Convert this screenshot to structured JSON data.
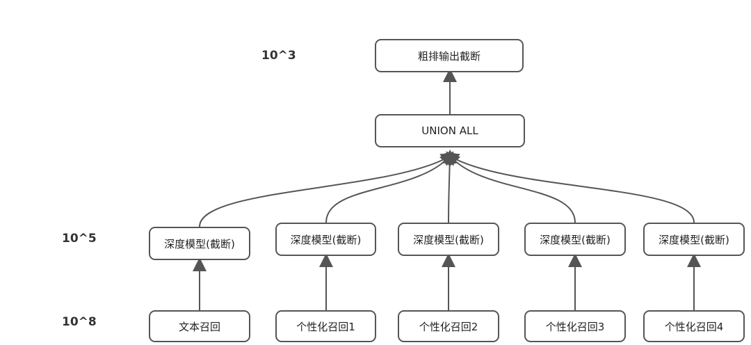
{
  "levels": {
    "top": "10^3",
    "mid": "10^5",
    "bottom": "10^8"
  },
  "nodes": {
    "output_truncation": "粗排输出截断",
    "union_all": "UNION ALL",
    "deep_models": [
      "深度模型(截断)",
      "深度模型(截断)",
      "深度模型(截断)",
      "深度模型(截断)",
      "深度模型(截断)"
    ],
    "recalls": [
      "文本召回",
      "个性化召回1",
      "个性化召回2",
      "个性化召回3",
      "个性化召回4"
    ]
  },
  "colors": {
    "stroke": "#555555",
    "arrow": "#555555"
  }
}
